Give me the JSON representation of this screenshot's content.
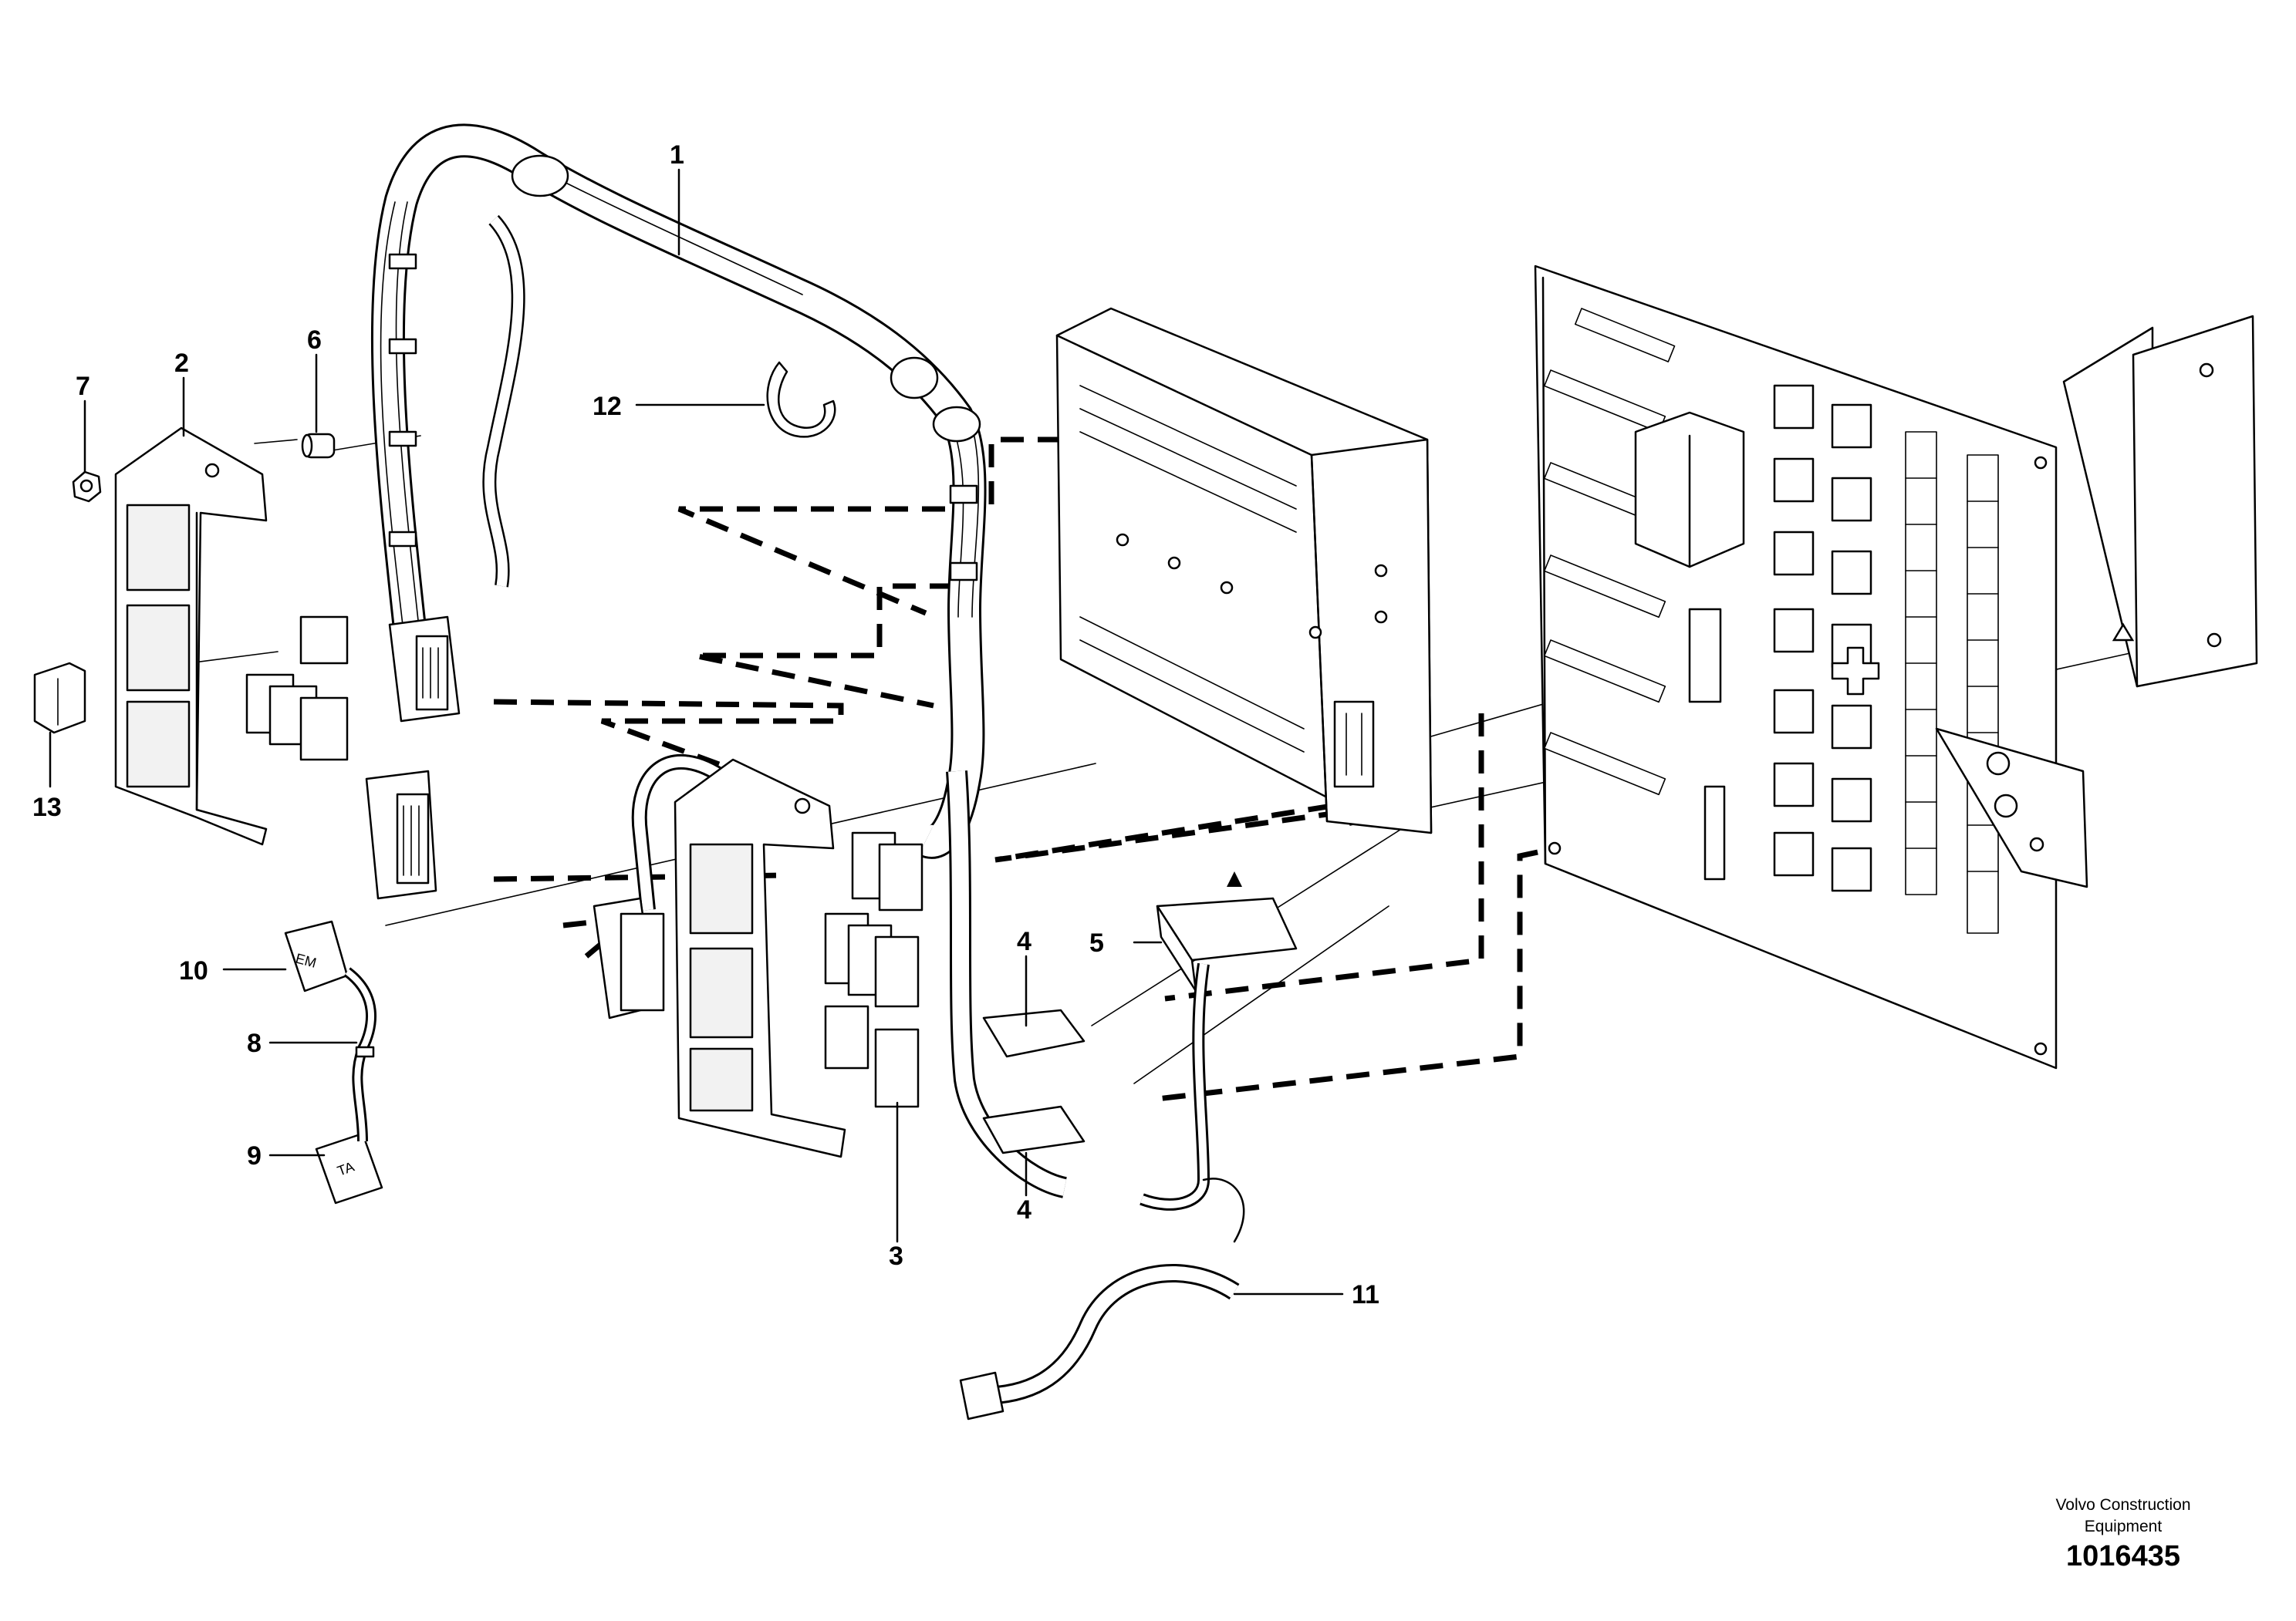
{
  "labels": {
    "l1": "1",
    "l2": "2",
    "l3": "3",
    "l4a": "4",
    "l4b": "4",
    "l5": "5",
    "l6": "6",
    "l7": "7",
    "l8": "8",
    "l9": "9",
    "l10": "10",
    "l11": "11",
    "l12": "12",
    "l13": "13"
  },
  "connector_tags": {
    "em": "EM",
    "ta": "TA"
  },
  "footer": {
    "company_line1": "Volvo Construction",
    "company_line2": "Equipment",
    "drawing_number": "1016435"
  }
}
